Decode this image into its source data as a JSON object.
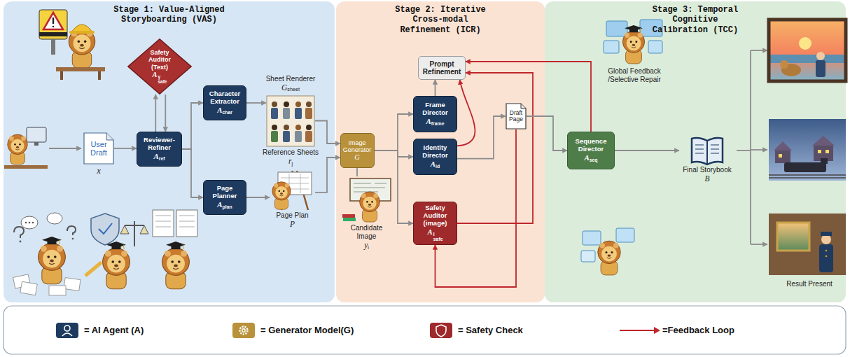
{
  "diagram": {
    "nodes": [
      {
        "text": [
          "Stage 1: Value-Aligned Storyboarding (VAS)"
        ]
      },
      {
        "text": [
          "Stage 2: Iterative Cross-modal Refinement (ICR)"
        ]
      },
      {
        "text": [
          "Stage 3: Temporal Cognitive Calibration (TCC)"
        ]
      },
      {
        "text": [
          "User Draft",
          "x"
        ],
        "in": 0
      },
      {
        "text": [
          "Safety Auditor (Text)",
          "A",
          "γ",
          "safe"
        ],
        "in": 0
      },
      {
        "text": [
          "Reviewer-Refiner",
          "A",
          "ref"
        ],
        "in": 0
      },
      {
        "text": [
          "Character Extractor",
          "A",
          "char"
        ],
        "in": 0
      },
      {
        "text": [
          "Page Planner",
          "A",
          "plan"
        ],
        "in": 0
      },
      {
        "text": [
          "Sheet Renderer",
          "G",
          "sheet",
          "Reference Sheets",
          "r",
          "j"
        ],
        "in": 0
      },
      {
        "text": [
          "Page Plan",
          "P"
        ],
        "in": 0
      },
      {
        "text": [
          "Prompt Refinement"
        ],
        "in": 1
      },
      {
        "text": [
          "Frame Director",
          "A",
          "frame"
        ],
        "in": 1
      },
      {
        "text": [
          "Image Generator",
          "G"
        ],
        "in": 1
      },
      {
        "text": [
          "Identity Director",
          "A",
          "id"
        ],
        "in": 1
      },
      {
        "text": [
          "Safety Auditor (image)",
          "A",
          "I",
          "safe"
        ],
        "in": 1
      },
      {
        "text": [
          "Candidate Image",
          "y",
          "i"
        ],
        "in": 1
      },
      {
        "text": [
          "Draft Page"
        ],
        "in": 1
      },
      {
        "text": [
          "Sequence Director",
          "A",
          "seq"
        ],
        "in": 2
      },
      {
        "text": [
          "Final Storybook",
          "B"
        ],
        "in": 2
      }
    ],
    "edges": [
      {
        "from": 3,
        "to": 5,
        "arrow": "to"
      },
      {
        "from": 5,
        "to": 4,
        "arrow": "to"
      },
      {
        "from": 4,
        "to": 5,
        "arrow": "to"
      },
      {
        "from": 5,
        "to": 6,
        "arrow": "to"
      },
      {
        "from": 5,
        "to": 7,
        "arrow": "to"
      },
      {
        "from": 6,
        "to": 8,
        "arrow": "to"
      },
      {
        "from": 7,
        "to": 9,
        "arrow": "to"
      },
      {
        "from": 8,
        "to": 12,
        "arrow": "to"
      },
      {
        "from": 9,
        "to": 12,
        "arrow": "to"
      },
      {
        "from": 12,
        "to": 11,
        "arrow": "to"
      },
      {
        "from": 12,
        "to": 13,
        "arrow": "to"
      },
      {
        "from": 12,
        "to": 14,
        "arrow": "to"
      },
      {
        "from": 12,
        "to": 15,
        "arrow": "none"
      },
      {
        "from": 11,
        "to": 10,
        "arrow": "to"
      },
      {
        "from": 13,
        "to": 10,
        "arrow": "to"
      },
      {
        "from": 13,
        "to": 16,
        "arrow": "to"
      },
      {
        "from": 14,
        "to": 10,
        "arrow": "to"
      },
      {
        "from": 16,
        "to": 14,
        "arrow": "to"
      },
      {
        "from": 16,
        "to": 17,
        "arrow": "to"
      },
      {
        "from": 17,
        "to": 10,
        "arrow": "to"
      },
      {
        "from": 17,
        "to": 18,
        "arrow": "to"
      }
    ],
    "labels": [
      "Global Feedback /Selective Repair",
      "Result Present"
    ],
    "legend": [
      {
        "text": "= AI Agent (A)",
        "color": "#1e3a5f"
      },
      {
        "text": "= Generator Model(G)",
        "color": "#b8913a"
      },
      {
        "text": "= Safety Check",
        "color": "#9e2a2b"
      },
      {
        "text": "=Feedback Loop"
      }
    ]
  }
}
